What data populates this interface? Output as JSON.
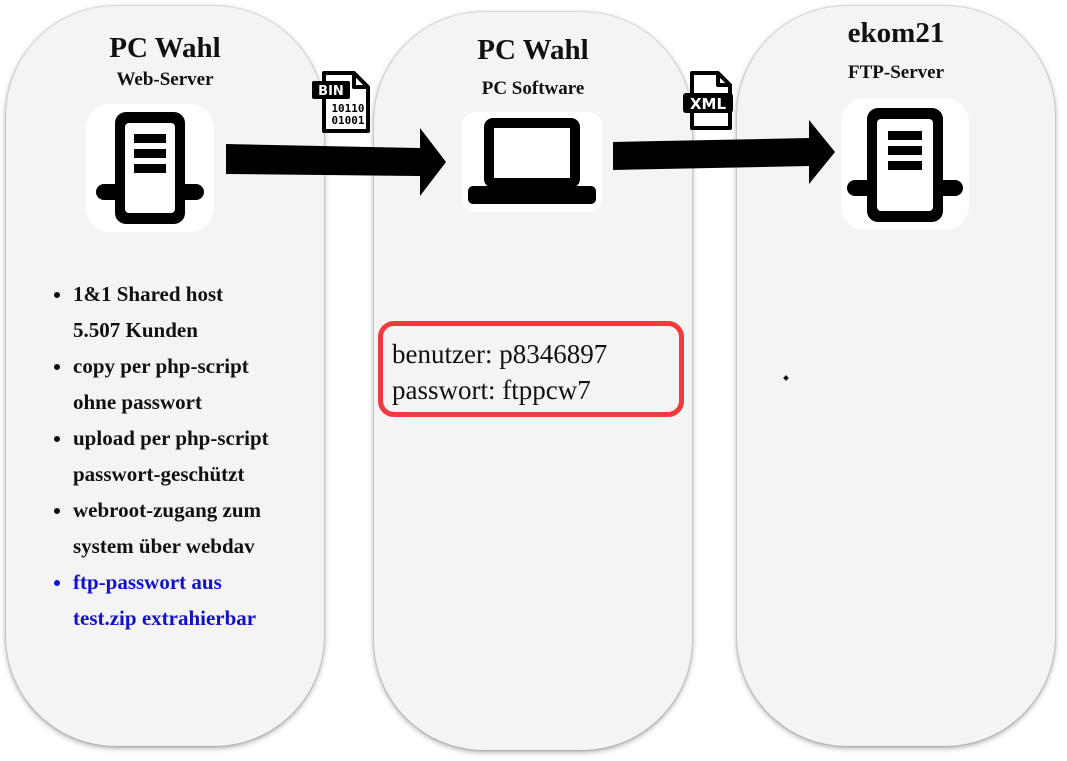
{
  "panels": [
    {
      "title": "PC Wahl",
      "subtitle": "Web-Server",
      "icon": "server-icon",
      "bullets": [
        {
          "lines": [
            "1&1 Shared host",
            "5.507 Kunden"
          ]
        },
        {
          "lines": [
            "copy per php-script",
            "ohne passwort"
          ]
        },
        {
          "lines": [
            "upload per php-script",
            "passwort-geschützt"
          ]
        },
        {
          "lines": [
            "webroot-zugang zum",
            "system über webdav"
          ]
        },
        {
          "lines": [
            "ftp-passwort aus",
            "test.zip extrahierbar"
          ],
          "highlight": true
        }
      ]
    },
    {
      "title": "PC Wahl",
      "subtitle": "PC Software",
      "icon": "laptop-icon",
      "credentials": {
        "user_line": "benutzer: p8346897",
        "password_line": "passwort: ftppcw7"
      }
    },
    {
      "title": "ekom21",
      "subtitle": "FTP-Server",
      "icon": "server-icon"
    }
  ],
  "connectors": [
    {
      "file_icon": "bin-file-icon",
      "file_label": "BIN",
      "file_content": [
        "10110",
        "01001"
      ]
    },
    {
      "file_icon": "xml-file-icon",
      "file_label": "XML"
    }
  ],
  "colors": {
    "panel_bg": "#f4f4f4",
    "highlight_text": "#1111cc",
    "credential_border": "#f03a3f",
    "arrow": "#000000"
  }
}
